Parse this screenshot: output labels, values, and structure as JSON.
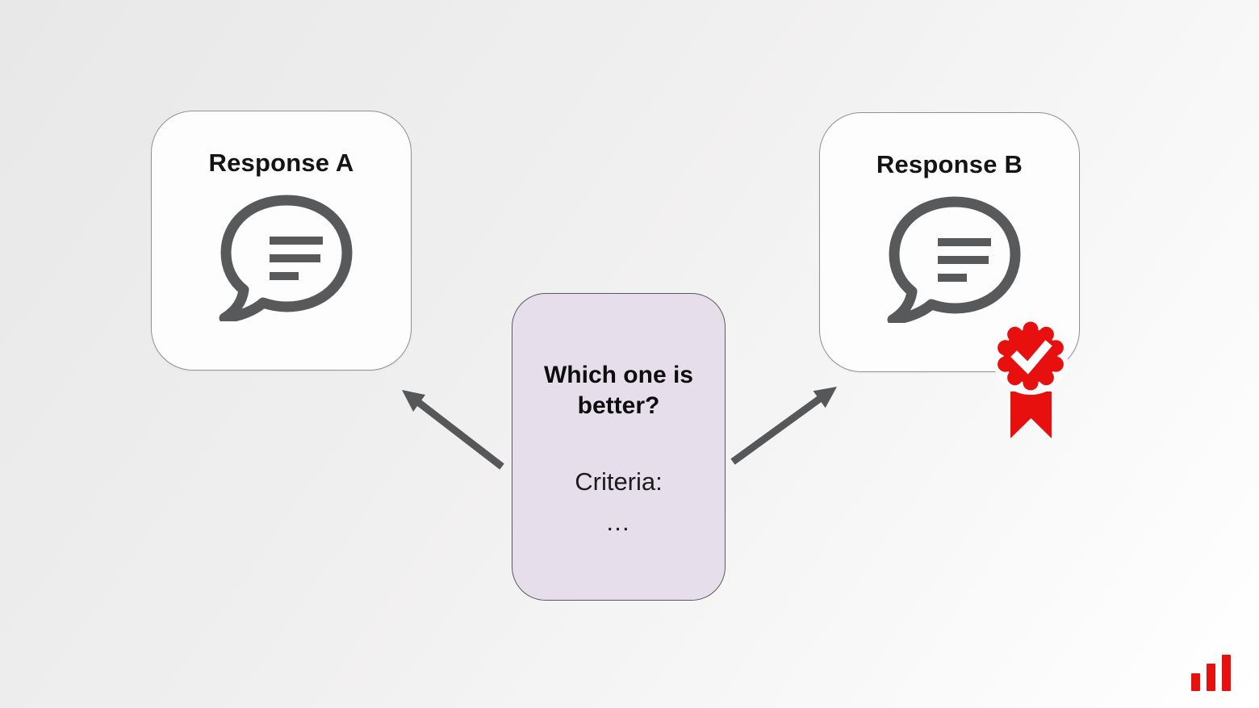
{
  "cards": {
    "response_a": {
      "title": "Response A"
    },
    "response_b": {
      "title": "Response B"
    }
  },
  "question_box": {
    "title": "Which one is better?",
    "criteria_label": "Criteria:",
    "ellipsis": "…"
  },
  "icons": {
    "speech_bubble": "speech-bubble-icon",
    "winner_badge": "award-ribbon-check-icon",
    "logo": "bar-chart-logo-icon",
    "arrow_left": "arrow-to-response-a",
    "arrow_right": "arrow-to-response-b"
  },
  "colors": {
    "accent-red": "#e8100f",
    "diagram-gray": "#58595b",
    "lavender": "#e6dfeb",
    "bg-dark": "#e8e8e8"
  }
}
